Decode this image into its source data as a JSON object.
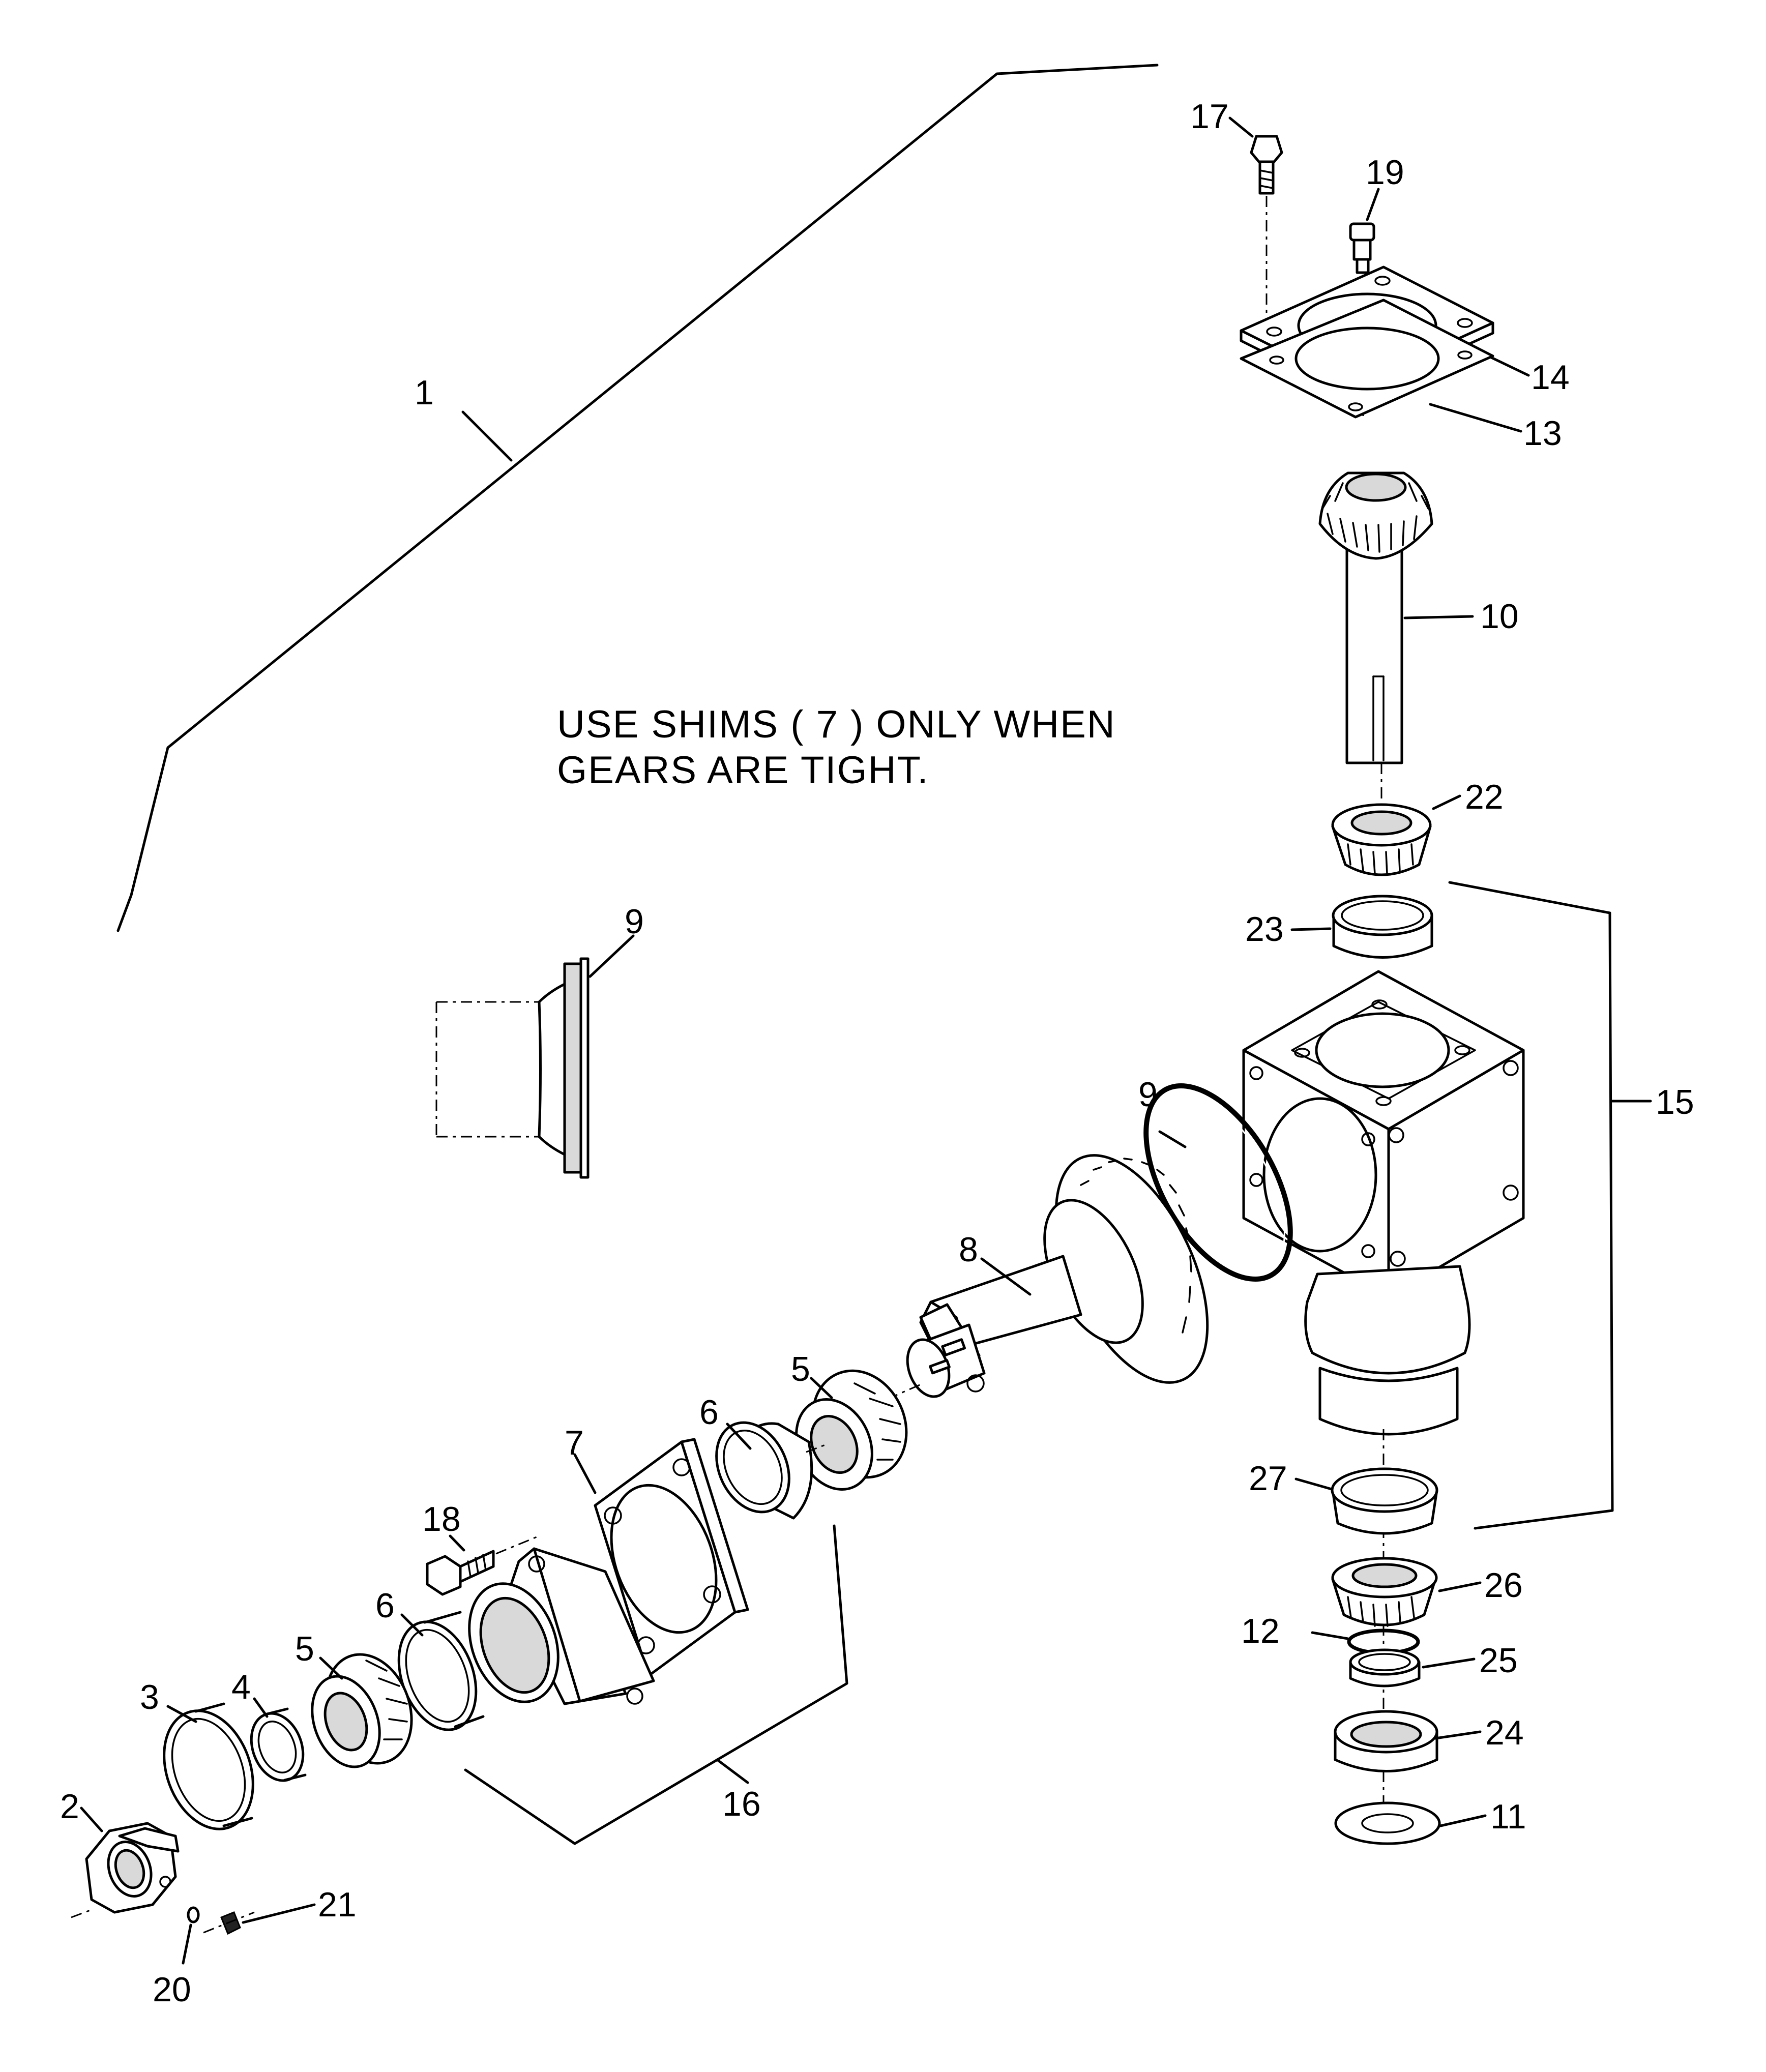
{
  "note": {
    "line1": "USE SHIMS ( 7 ) ONLY WHEN",
    "line2": "GEARS ARE TIGHT."
  },
  "callouts": [
    "1",
    "2",
    "3",
    "4",
    "5",
    "5",
    "6",
    "6",
    "7",
    "8",
    "9",
    "9",
    "10",
    "11",
    "12",
    "13",
    "14",
    "15",
    "16",
    "17",
    "18",
    "19",
    "20",
    "21",
    "22",
    "23",
    "24",
    "25",
    "26",
    "27"
  ]
}
